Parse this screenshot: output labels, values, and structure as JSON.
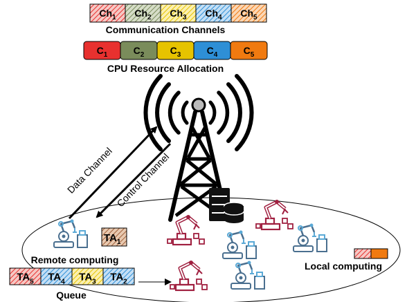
{
  "colors": {
    "red": "#e8312f",
    "green": "#7a8c5b",
    "yellow": "#e6c300",
    "blue": "#2e8fd6",
    "orange": "#f07a10",
    "maroon": "#a02040",
    "brown": "#a0603a",
    "robot_blue": "#4a6f8f"
  },
  "channels": {
    "title": "Communication Channels",
    "items": [
      {
        "base": "Ch",
        "sub": "1",
        "color": "#e8312f"
      },
      {
        "base": "Ch",
        "sub": "2",
        "color": "#7a8c5b"
      },
      {
        "base": "Ch",
        "sub": "3",
        "color": "#e6c300"
      },
      {
        "base": "Ch",
        "sub": "4",
        "color": "#2e8fd6"
      },
      {
        "base": "Ch",
        "sub": "5",
        "color": "#f07a10"
      }
    ]
  },
  "cpu": {
    "title": "CPU Resource Allocation",
    "items": [
      {
        "base": "C",
        "sub": "1",
        "color": "#e8312f"
      },
      {
        "base": "C",
        "sub": "2",
        "color": "#7a8c5b"
      },
      {
        "base": "C",
        "sub": "3",
        "color": "#e6c300"
      },
      {
        "base": "C",
        "sub": "4",
        "color": "#2e8fd6"
      },
      {
        "base": "C",
        "sub": "5",
        "color": "#f07a10"
      }
    ]
  },
  "arrows": {
    "data": "Data Channel",
    "control": "Control Channel"
  },
  "remote": {
    "label": "Remote computing",
    "task": {
      "base": "TA",
      "sub": "1"
    }
  },
  "queue": {
    "label": "Queue",
    "items": [
      {
        "base": "TA",
        "sub": "5",
        "color": "#e8312f"
      },
      {
        "base": "TA",
        "sub": "4",
        "color": "#2e8fd6"
      },
      {
        "base": "TA",
        "sub": "3",
        "color": "#e6c300"
      },
      {
        "base": "TA",
        "sub": "2",
        "color": "#2e8fd6"
      }
    ]
  },
  "local": {
    "label": "Local computing"
  },
  "icons": {
    "tower": "cell-tower-icon",
    "server": "server-database-icon",
    "robot_arm": "robot-arm-icon"
  }
}
